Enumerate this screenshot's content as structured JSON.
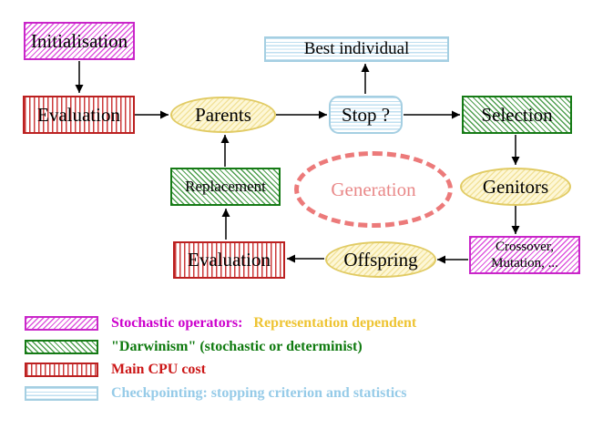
{
  "nodes": {
    "initialisation": {
      "label": "Initialisation"
    },
    "evaluation_top": {
      "label": "Evaluation"
    },
    "parents": {
      "label": "Parents"
    },
    "best_individual": {
      "label": "Best individual"
    },
    "stop": {
      "label": "Stop ?"
    },
    "selection": {
      "label": "Selection"
    },
    "replacement": {
      "label": "Replacement"
    },
    "generation": {
      "label": "Generation"
    },
    "genitors": {
      "label": "Genitors"
    },
    "evaluation_bottom": {
      "label": "Evaluation"
    },
    "offspring": {
      "label": "Offspring"
    },
    "crossover_mutation": {
      "line1": "Crossover,",
      "line2": "Mutation, ..."
    }
  },
  "edges": [
    {
      "from": "initialisation",
      "to": "evaluation_top"
    },
    {
      "from": "evaluation_top",
      "to": "parents"
    },
    {
      "from": "parents",
      "to": "stop"
    },
    {
      "from": "stop",
      "to": "best_individual"
    },
    {
      "from": "stop",
      "to": "selection"
    },
    {
      "from": "selection",
      "to": "genitors"
    },
    {
      "from": "genitors",
      "to": "crossover_mutation"
    },
    {
      "from": "crossover_mutation",
      "to": "offspring"
    },
    {
      "from": "offspring",
      "to": "evaluation_bottom"
    },
    {
      "from": "evaluation_bottom",
      "to": "replacement"
    },
    {
      "from": "replacement",
      "to": "parents"
    }
  ],
  "legend": {
    "items": [
      {
        "swatch": "magenta-diagonal-hatch",
        "text": "Stochastic operators:",
        "text2": "Representation dependent",
        "color": "#cc00cc",
        "color2": "#eec433"
      },
      {
        "swatch": "green-diagonal-hatch",
        "text": "\"Darwinism\" (stochastic or determinist)",
        "color": "#0f7a0f"
      },
      {
        "swatch": "red-vertical-stripes",
        "text": "Main CPU cost",
        "color": "#cc1717"
      },
      {
        "swatch": "cyan-horizontal-stripes",
        "text": "Checkpointing: stopping criterion and statistics",
        "color": "#96cbe8"
      }
    ]
  },
  "colors": {
    "magenta_accent": "#c926c9",
    "green_accent": "#157a15",
    "red_accent": "#bb2020",
    "cyan_accent": "#a5cfe2",
    "yellow_ellipse_border": "#e1cb64",
    "yellow_ellipse_fill": "#fdf7d7",
    "generation_pink": "#ec7a7a",
    "node_text": "#000000",
    "background": "#ffffff"
  }
}
